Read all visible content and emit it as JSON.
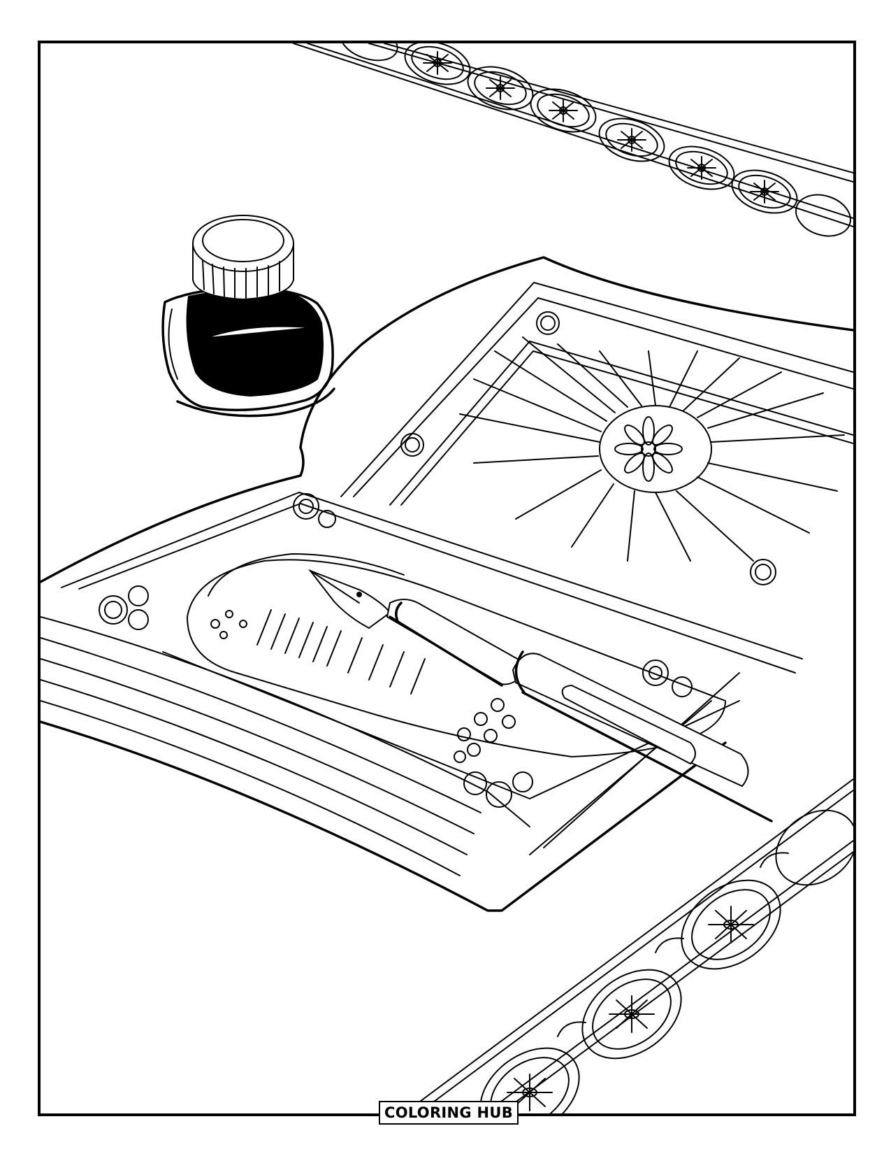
{
  "page": {
    "type": "coloring-page",
    "background": "#ffffff",
    "line_color": "#000000"
  },
  "illustration": {
    "subject": "Ink bottle, open ornate book with fountain pen, decorative border strips",
    "elements": [
      "ink-bottle",
      "open-book",
      "fountain-pen",
      "decorative-strip-top",
      "decorative-strip-bottom"
    ]
  },
  "footer": {
    "brand_label": "COLORING HUB"
  }
}
